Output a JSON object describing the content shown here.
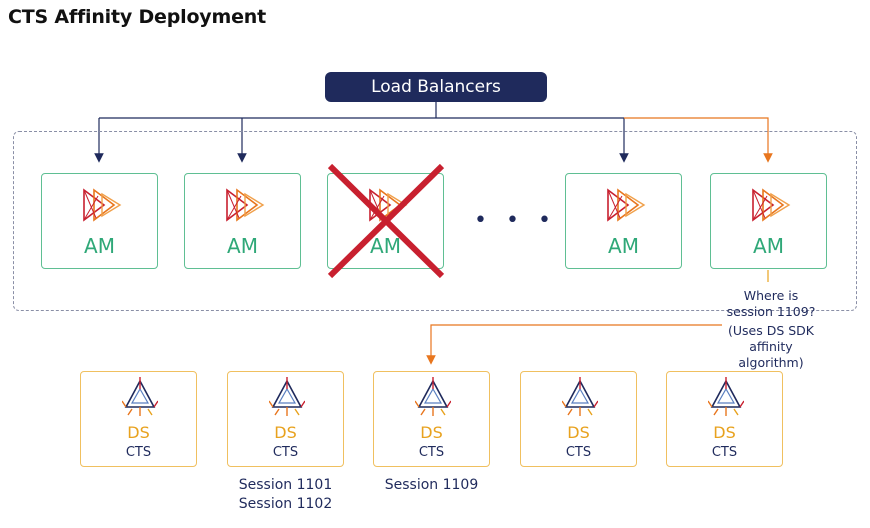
{
  "title": "CTS Affinity Deployment",
  "load_balancer": {
    "label": "Load Balancers"
  },
  "am_servers": [
    {
      "label": "AM",
      "status": "up"
    },
    {
      "label": "AM",
      "status": "up"
    },
    {
      "label": "AM",
      "status": "down"
    },
    {
      "label": "AM",
      "status": "up"
    },
    {
      "label": "AM",
      "status": "up"
    }
  ],
  "ellipsis": "• • •",
  "query_note": {
    "question_line1": "Where is",
    "question_line2": "session 1109?",
    "detail_line1": "(Uses DS SDK",
    "detail_line2": "affinity algorithm)"
  },
  "ds_servers": [
    {
      "label": "DS",
      "sublabel": "CTS"
    },
    {
      "label": "DS",
      "sublabel": "CTS"
    },
    {
      "label": "DS",
      "sublabel": "CTS"
    },
    {
      "label": "DS",
      "sublabel": "CTS"
    },
    {
      "label": "DS",
      "sublabel": "CTS"
    }
  ],
  "sessions": {
    "ds2_line1": "Session 1101",
    "ds2_line2": "Session 1102",
    "ds3_line1": "Session 1109"
  },
  "colors": {
    "navy": "#1f2a5c",
    "green": "#2fa878",
    "orange": "#e8761e",
    "amber": "#e8a21e",
    "red_cross": "#c8202f"
  }
}
